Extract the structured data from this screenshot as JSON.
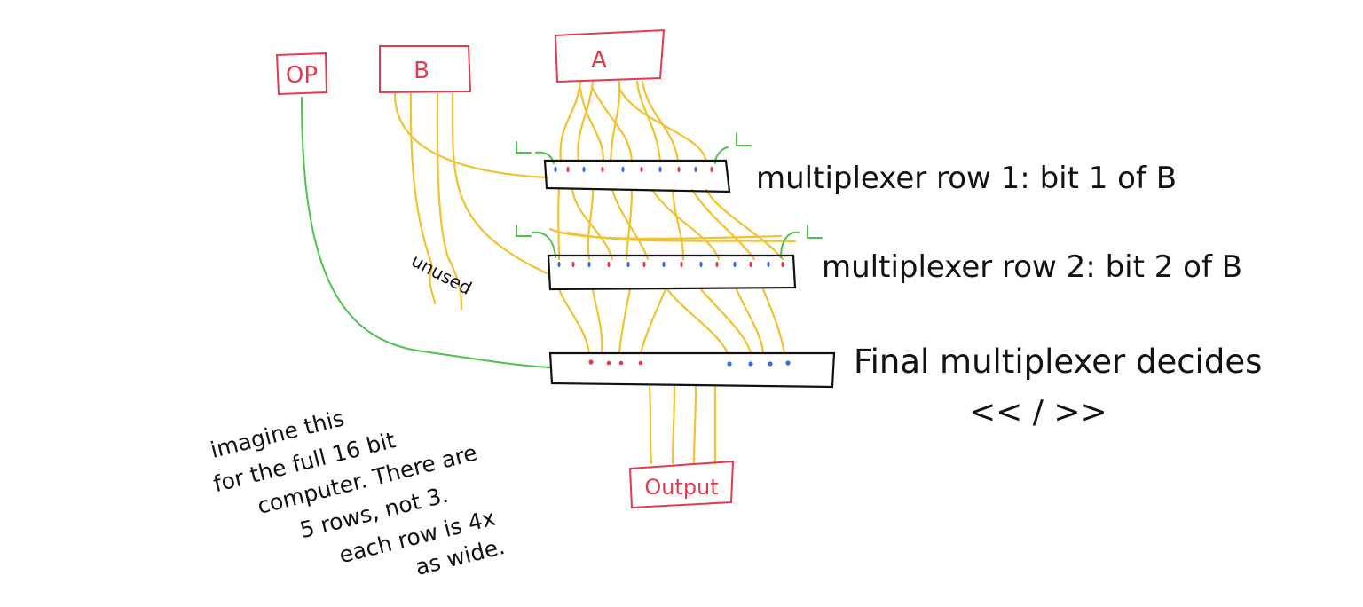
{
  "inputs": {
    "op": "OP",
    "b": "B",
    "a": "A"
  },
  "output_label": "Output",
  "unused_label": "unused",
  "annotations": {
    "row1": "multiplexer row 1: bit 1 of B",
    "row2": "multiplexer row 2: bit 2 of B",
    "final_line1": "Final multiplexer decides",
    "final_line2": "<< / >>"
  },
  "note_lines": [
    "imagine this",
    "for the full 16 bit",
    "computer. There are",
    "5 rows, not 3.",
    "each row is 4x",
    "as wide."
  ],
  "colors": {
    "box": "#e23b4b",
    "wire": "#f2c12e",
    "control": "#4cc44a",
    "dot_red": "#e23b4b",
    "dot_blue": "#2f6fe0",
    "ink": "#111111"
  }
}
